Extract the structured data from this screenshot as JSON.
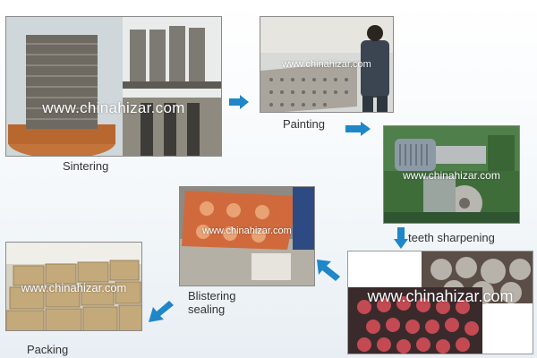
{
  "watermark": "www.chinahizar.com",
  "steps": [
    {
      "label": "Sintering"
    },
    {
      "label": "Painting"
    },
    {
      "label": "teeth sharpening"
    },
    {
      "label": "Blistering\nsealing"
    },
    {
      "label": "Packing"
    }
  ],
  "colors": {
    "arrow": "#1f86c8",
    "caption": "#333333"
  }
}
